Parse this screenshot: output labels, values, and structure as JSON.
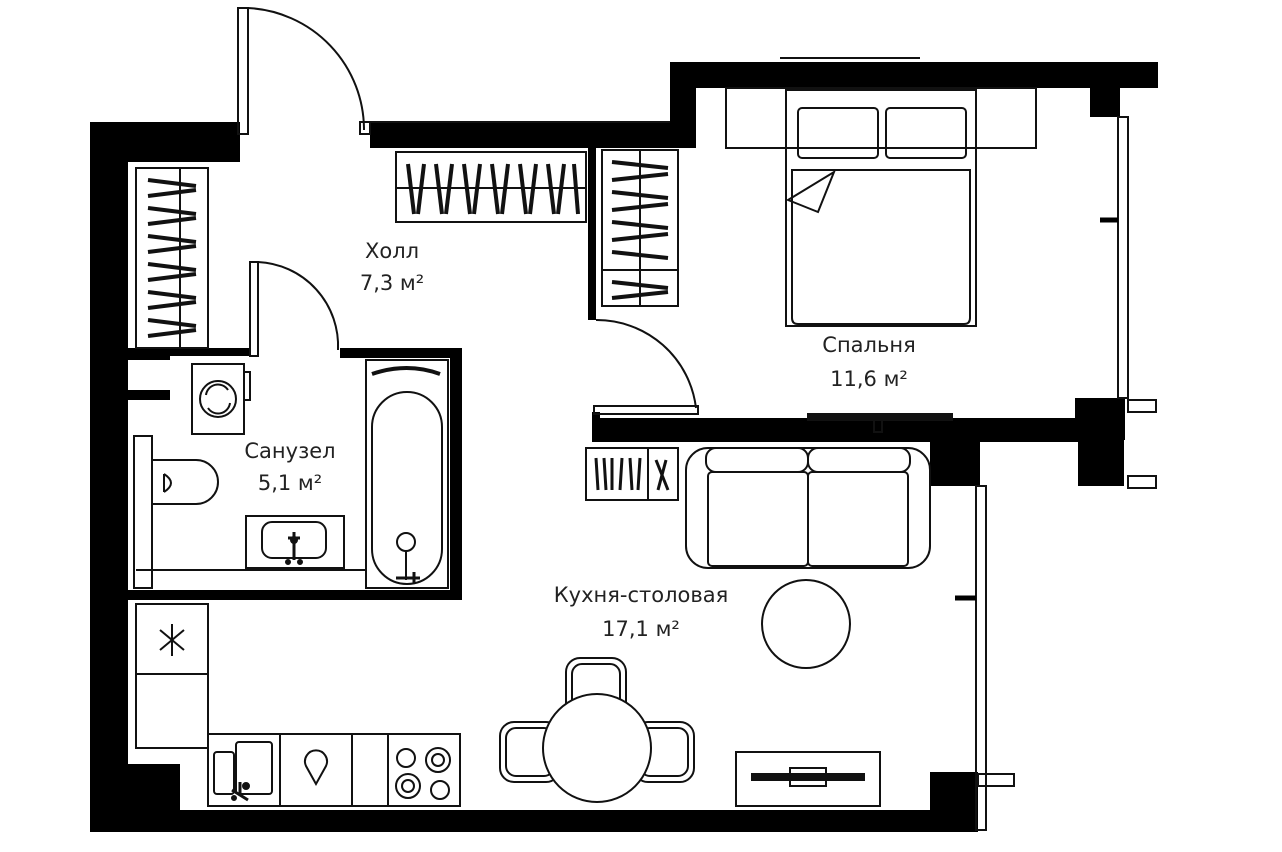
{
  "colors": {
    "wall": "#000000",
    "line": "#111111",
    "text": "#222222",
    "background": "#ffffff"
  },
  "rooms": {
    "hall": {
      "name": "Холл",
      "area": "7,3 м²"
    },
    "bathroom": {
      "name": "Санузел",
      "area": "5,1 м²"
    },
    "bedroom": {
      "name": "Спальня",
      "area": "11,6 м²"
    },
    "kitchen": {
      "name": "Кухня-столовая",
      "area": "17,1 м²"
    }
  }
}
